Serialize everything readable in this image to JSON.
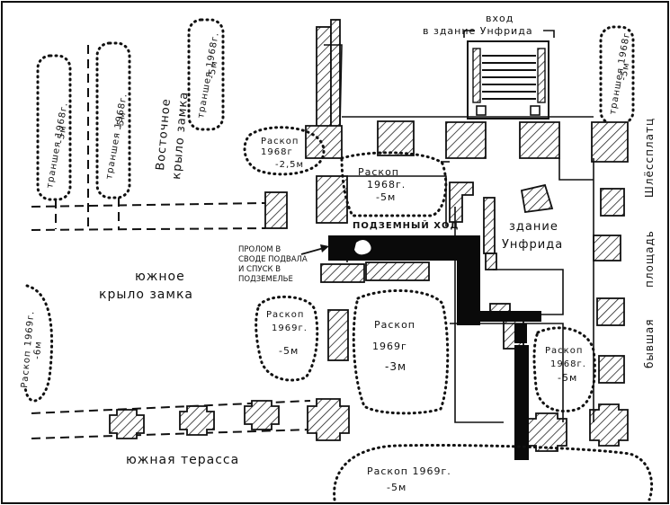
{
  "map": {
    "colors": {
      "ink": "#111111",
      "hatch": "#222222",
      "paper": "#ffffff",
      "passage": "#0a0a0a"
    },
    "labels": {
      "entrance_line1": "вход",
      "entrance_line2": "в здание Унфрида",
      "east_wing_line1": "Восточное",
      "east_wing_line2": "крыло замка",
      "south_wing_line1": "южное",
      "south_wing_line2": "крыло замка",
      "south_terrace": "южная терасса",
      "unfrid_building_line1": "здание",
      "unfrid_building_line2": "Унфрида",
      "underground_passage": "ПОДЗЕМНЫЙ ХОД",
      "breach_line1": "ПРОЛОМ В",
      "breach_line2": "СВОДЕ ПОДВАЛА",
      "breach_line3": "И СПУСК В",
      "breach_line4": "ПОДЗЕМЕЛЬЕ",
      "square_line1": "бывшая",
      "square_line2": "площадь",
      "square_line3": "Шлёссплатц"
    },
    "trenches": [
      {
        "line1": "траншея 1968г.",
        "line2": "-5м"
      },
      {
        "line1": "траншея 1968г.",
        "line2": "-5м"
      },
      {
        "line1": "траншея 1968г.",
        "line2": "-5м"
      },
      {
        "line1": "траншея 1968г.",
        "line2": "-5м"
      }
    ],
    "excavations": [
      {
        "line1": "Раскоп",
        "line2": "1968г",
        "depth": "-2,5м"
      },
      {
        "line1": "Раскоп",
        "line2": "1968г.",
        "depth": "-5м"
      },
      {
        "line1": "Раскоп",
        "line2": "1969г.",
        "depth": "-5м"
      },
      {
        "line1": "Раскоп",
        "line2": "1969г",
        "depth": "-3м"
      },
      {
        "line1": "Раскоп",
        "line2": "1968г.",
        "depth": "-5м"
      },
      {
        "line1": "Раскоп 1969г.",
        "line2": "",
        "depth": "-6м"
      },
      {
        "line1": "Раскоп 1969г.",
        "line2": "",
        "depth": "-5м"
      }
    ]
  }
}
